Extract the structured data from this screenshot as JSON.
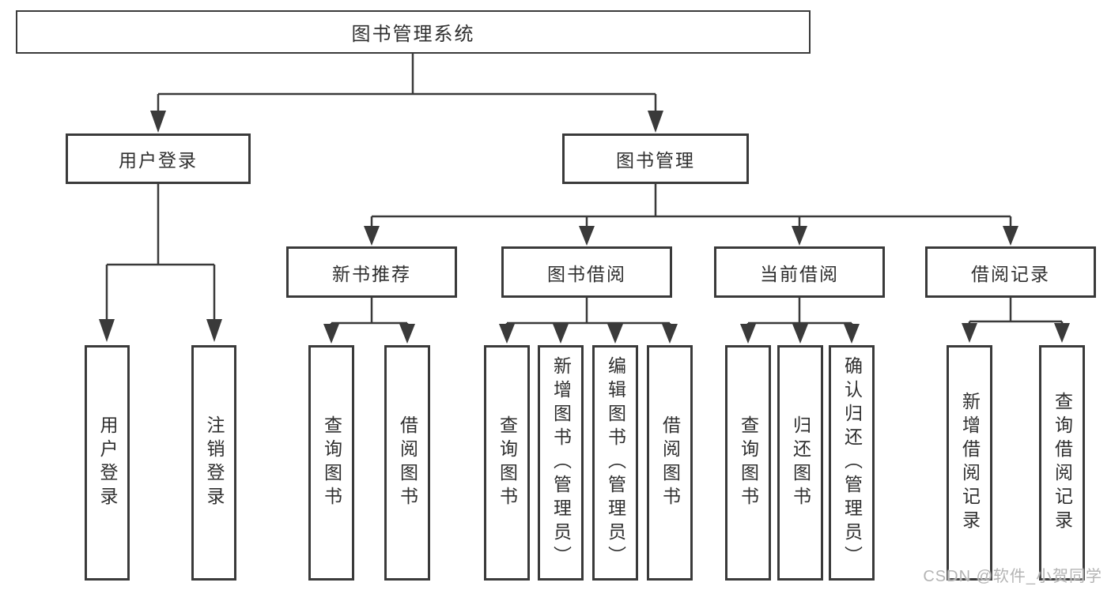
{
  "diagram": {
    "root": {
      "label": "图书管理系统"
    },
    "branches": {
      "user_login": {
        "label": "用户登录",
        "children": {
          "login": {
            "label": "用户登录"
          },
          "logout": {
            "label": "注销登录"
          }
        }
      },
      "book_mgmt": {
        "label": "图书管理",
        "groups": {
          "new_book_rec": {
            "label": "新书推荐",
            "children": {
              "query_books": {
                "label": "查询图书"
              },
              "borrow_books": {
                "label": "借阅图书"
              }
            }
          },
          "book_borrow": {
            "label": "图书借阅",
            "children": {
              "query_books": {
                "label": "查询图书"
              },
              "add_books": {
                "label": "新增图书（管理员）"
              },
              "edit_books": {
                "label": "编辑图书（管理员）"
              },
              "borrow_books": {
                "label": "借阅图书"
              }
            }
          },
          "current_borrow": {
            "label": "当前借阅",
            "children": {
              "query_books": {
                "label": "查询图书"
              },
              "return_books": {
                "label": "归还图书"
              },
              "confirm_return": {
                "label": "确认归还（管理员）"
              }
            }
          },
          "borrow_record": {
            "label": "借阅记录",
            "children": {
              "add_record": {
                "label": "新增借阅记录"
              },
              "query_record": {
                "label": "查询借阅记录"
              }
            }
          }
        }
      }
    }
  },
  "watermark": {
    "text": "CSDN @软件_小贺同学"
  },
  "colors": {
    "line": "#3a3a3a",
    "box_border": "#3a3a3a",
    "text": "#2f2f2f",
    "watermark": "#b4b4b4",
    "background": "#ffffff"
  }
}
